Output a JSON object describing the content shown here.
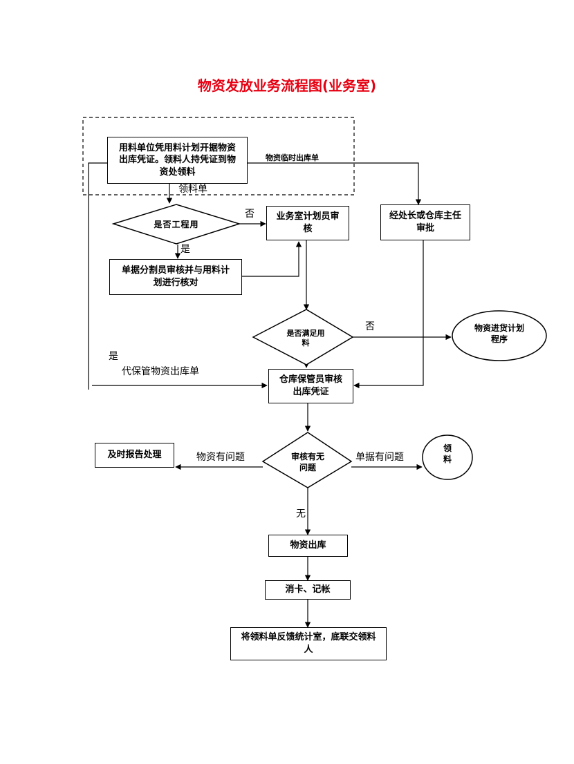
{
  "title": "物资发放业务流程图(业务室)",
  "nodes": {
    "n1": "用料单位凭用料计划开据物资出库凭证。领料人持凭证到物资处领料",
    "n2": "是否工程用",
    "n3": "业务室计划员审核",
    "n4": "经处长或仓库主任审批",
    "n5": "单据分割员审核并与用料计划进行核对",
    "n6": "是否满足用料",
    "n7": "物资进货计划程序",
    "n8": "仓库保管员审核出库凭证",
    "n9": "审核有无问题",
    "n10": "及时报告处理",
    "n11": "领料",
    "n12": "物资出库",
    "n13": "消卡、记帐",
    "n14": "将领料单反馈统计室，底联交领料人"
  },
  "labels": {
    "l_temp": "物资临时出库单",
    "l_lingliao": "领料单",
    "l_no1": "否",
    "l_yes1": "是",
    "l_no2": "否",
    "l_yes2": "是",
    "l_dai": "代保管物资出库单",
    "l_wuzi_problem": "物资有问题",
    "l_danju_problem": "单据有问题",
    "l_wu": "无"
  },
  "colors": {
    "title": "#e60012",
    "line": "#000000"
  }
}
